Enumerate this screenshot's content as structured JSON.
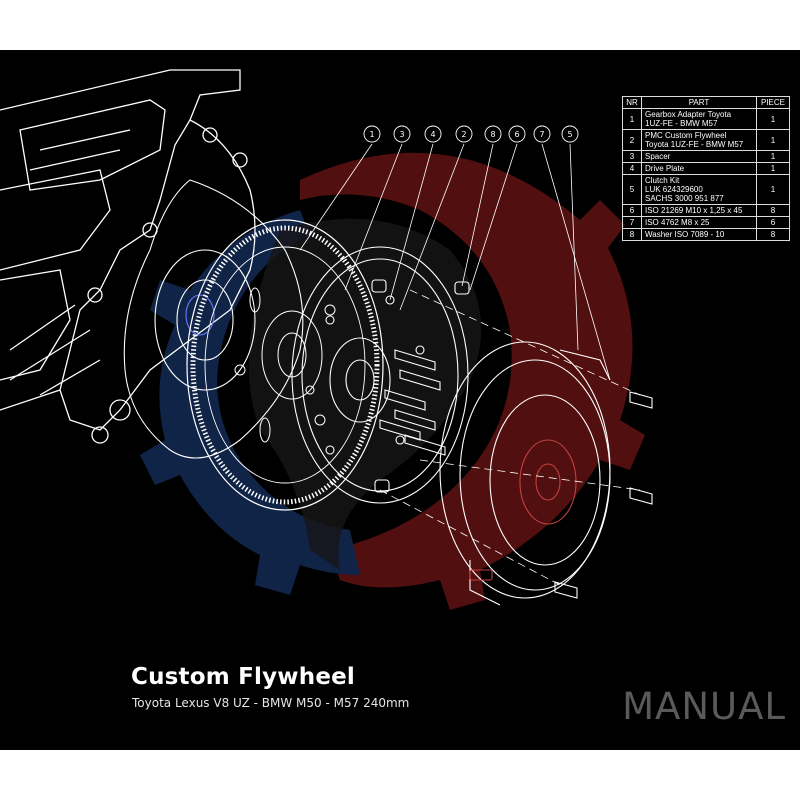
{
  "bom": {
    "headers": {
      "nr": "NR",
      "part": "PART",
      "piece": "PIECE"
    },
    "rows": [
      {
        "nr": "1",
        "part": "Gearbox Adapter Toyota\n1UZ-FE - BMW M57",
        "piece": "1"
      },
      {
        "nr": "2",
        "part": "PMC Custom Flywheel\nToyota 1UZ-FE - BMW M57",
        "piece": "1"
      },
      {
        "nr": "3",
        "part": "Spacer",
        "piece": "1"
      },
      {
        "nr": "4",
        "part": "Drive Plate",
        "piece": "1"
      },
      {
        "nr": "5",
        "part": "Clutch Kit\nLUK 624329600\nSACHS 3000 951 877",
        "piece": "1"
      },
      {
        "nr": "6",
        "part": "ISO 21269 M10 x 1,25 x 45",
        "piece": "8"
      },
      {
        "nr": "7",
        "part": "ISO 4762 M8 x 25",
        "piece": "6"
      },
      {
        "nr": "8",
        "part": "Washer ISO 7089 - 10",
        "piece": "8"
      }
    ]
  },
  "callouts": [
    "1",
    "3",
    "4",
    "2",
    "8",
    "6",
    "7",
    "5"
  ],
  "title": "Custom Flywheel",
  "subtitle": "Toyota Lexus V8 UZ - BMW M50 - M57 240mm",
  "watermark": "MANUAL",
  "colors": {
    "background": "#000000",
    "logo_red": "#8a1c1c",
    "logo_blue": "#1d3a78",
    "line": "#ffffff"
  }
}
